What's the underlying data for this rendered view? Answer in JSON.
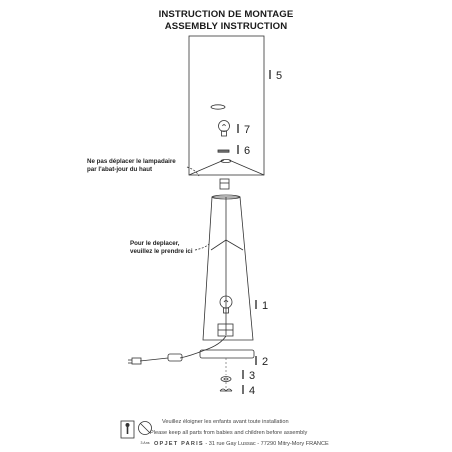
{
  "header": {
    "title_fr": "INSTRUCTION DE MONTAGE",
    "title_en": "ASSEMBLY INSTRUCTION"
  },
  "parts": {
    "shade": "5",
    "bulb_top": "7",
    "shade_ring": "6",
    "base_body": "1",
    "base_plate": "2",
    "washer": "3",
    "nut": "4"
  },
  "notes": {
    "shade_line1": "Ne pas déplacer le lampadaire",
    "shade_line2": "par l'abat-jour du haut",
    "body_line1": "Pour le deplacer,",
    "body_line2": "veuillez le prendre ici"
  },
  "footer": {
    "line_fr": "Veuillez éloigner les enfants avant toute installation",
    "line_en": "Please keep all parts from babies and children before assembly",
    "brand": "OPJET PARIS",
    "address": " - 31 rue Gay Lussac - 77290 Mitry-Mory FRANCE",
    "age_badge": "3 Ans"
  },
  "colors": {
    "line": "#333333",
    "text": "#1a1a1a"
  }
}
